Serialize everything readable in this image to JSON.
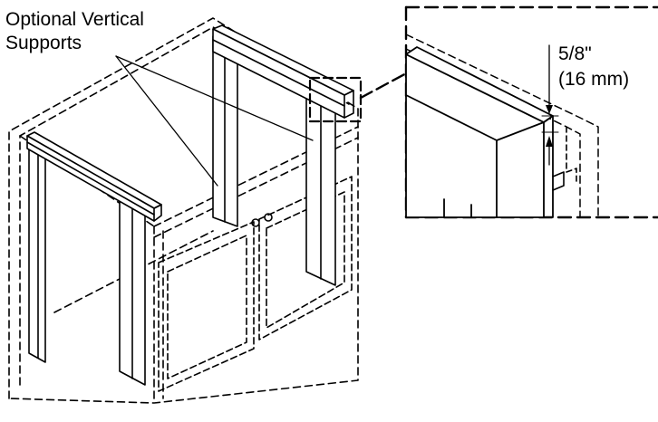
{
  "labels": {
    "supports_line1": "Optional Vertical",
    "supports_line2": "Supports",
    "dimension_line1": "5/8\"",
    "dimension_line2": "(16 mm)"
  },
  "colors": {
    "ink": "#000000",
    "background": "#ffffff"
  }
}
